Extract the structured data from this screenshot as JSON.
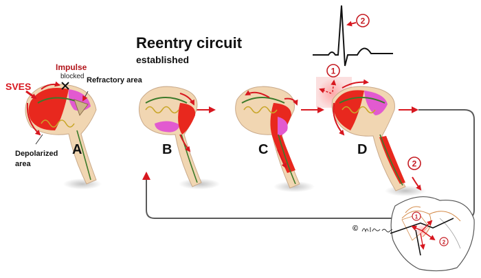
{
  "title": "Reentry circuit",
  "subtitle": "established",
  "labels": {
    "sves": "SVES",
    "impulse": "Impulse",
    "blocked": "blocked",
    "refractory": "Refractory area",
    "depolarized_line1": "Depolarized",
    "depolarized_line2": "area",
    "copyright": "©"
  },
  "stages": [
    "A",
    "B",
    "C",
    "D"
  ],
  "markers": [
    "1",
    "2"
  ],
  "icons": [
    "blocked-x-icon",
    "arrow-icon",
    "ecg-trace",
    "heart-inset"
  ],
  "colors": {
    "depolarized": "#e8281e",
    "refractory": "#e25ad0",
    "tissue": "#f1d6b2",
    "arrow": "#d7171f",
    "circuit": "#555555",
    "marker": "#c51b22"
  }
}
